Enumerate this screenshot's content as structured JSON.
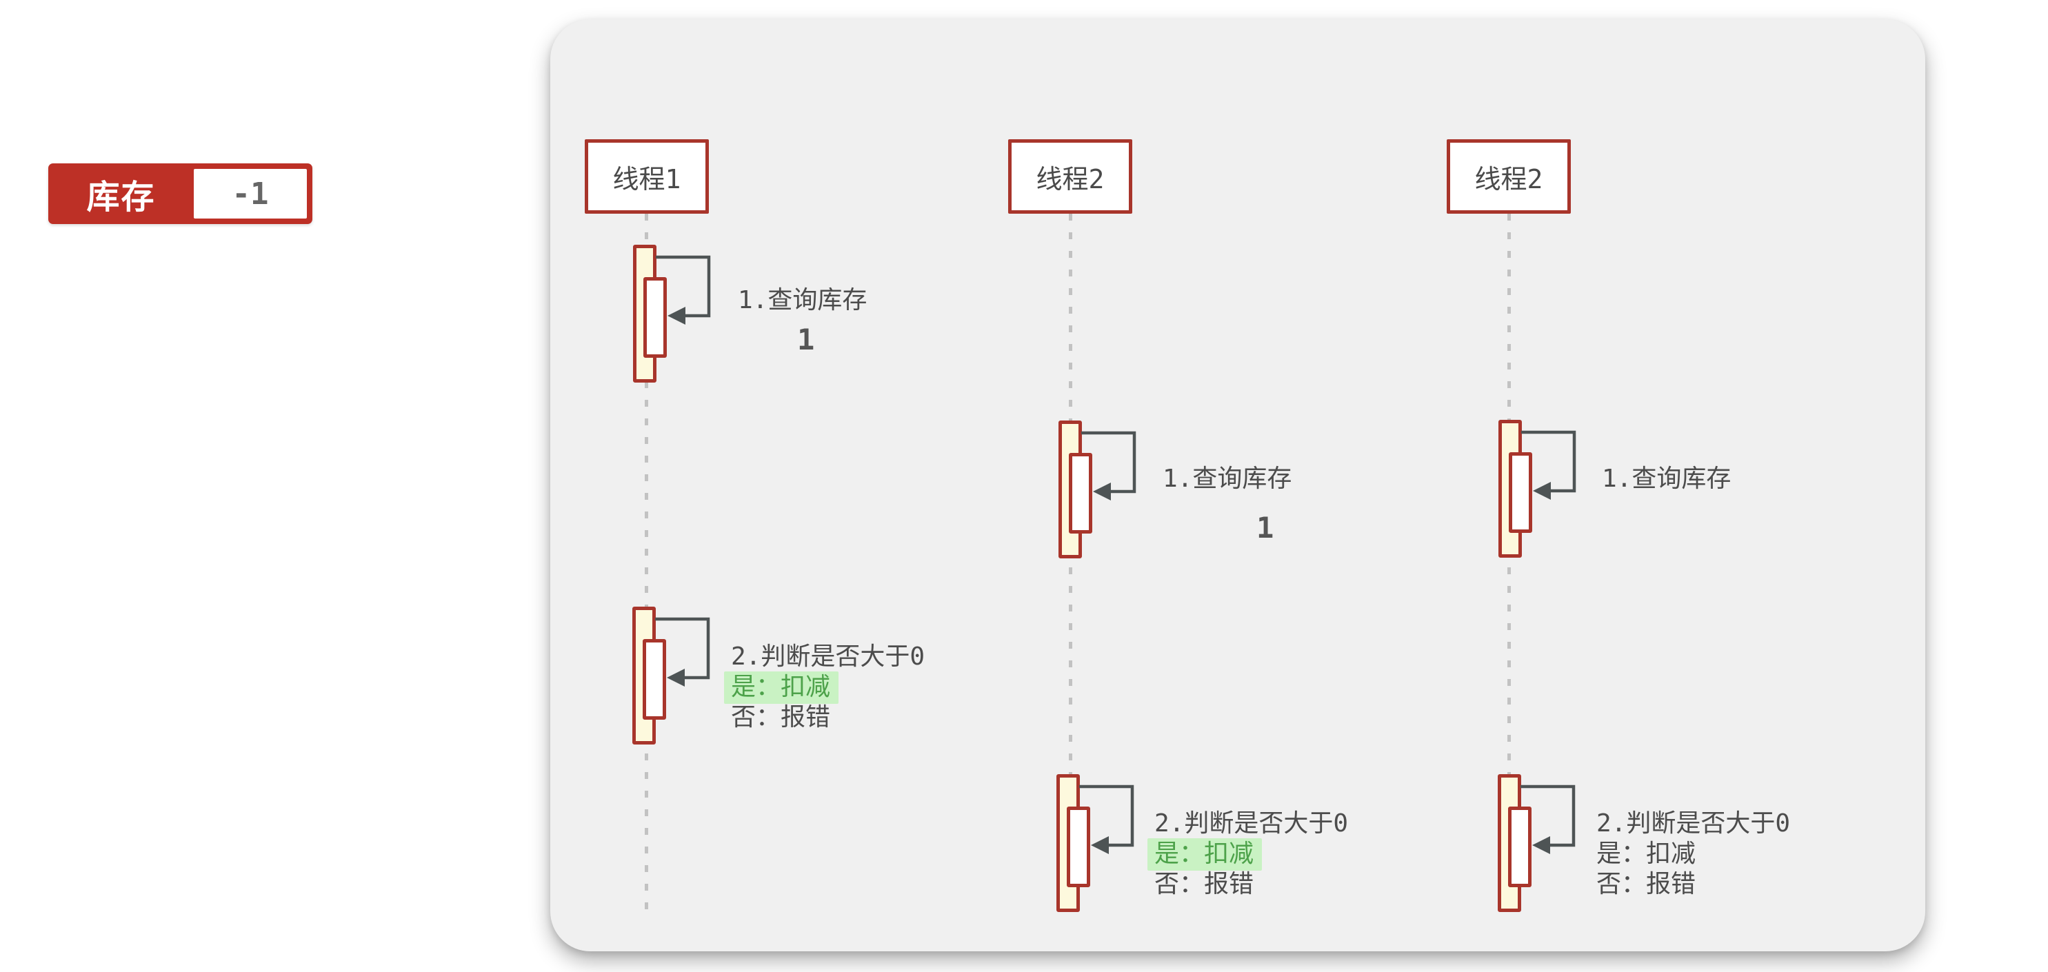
{
  "inventory_badge": {
    "label": "库存",
    "value": "-1",
    "bg_color": "#bd3026",
    "value_color": "#666666"
  },
  "diagram": {
    "type": "sequence-diagram",
    "panel_color": "#f0f0f0",
    "accent_red": "#a8352b",
    "activation_fill": "#fdf9dd",
    "arrow_color": "#4e5455",
    "highlight_bg": "#c9f2c3",
    "highlight_text": "#4da24a",
    "threads": [
      {
        "name": "线程1",
        "activations": [
          {
            "label": "1.查询库存",
            "value": "1"
          },
          {
            "label": "2.判断是否大于0",
            "yes": "是：扣减",
            "no": "否：报错",
            "yes_highlighted": true
          }
        ]
      },
      {
        "name": "线程2",
        "activations": [
          {
            "label": "1.查询库存",
            "value": "1"
          },
          {
            "label": "2.判断是否大于0",
            "yes": "是：扣减",
            "no": "否：报错",
            "yes_highlighted": true
          }
        ]
      },
      {
        "name": "线程2",
        "activations": [
          {
            "label": "1.查询库存"
          },
          {
            "label": "2.判断是否大于0",
            "yes": "是：扣减",
            "no": "否：报错",
            "yes_highlighted": false
          }
        ]
      }
    ]
  }
}
